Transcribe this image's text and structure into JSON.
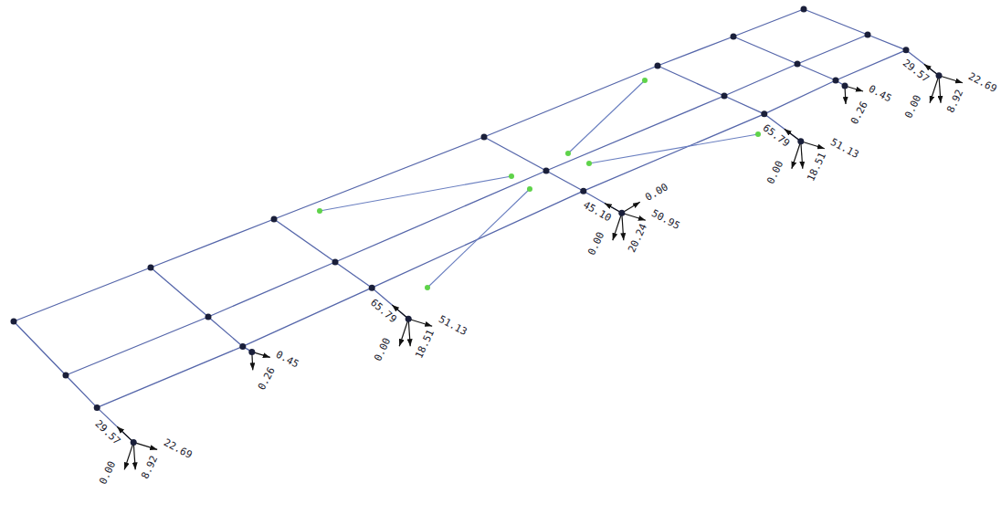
{
  "diagram": {
    "labels": [
      "29.57",
      "22.69",
      "8.92",
      "0.00",
      "0.45",
      "0.26",
      "65.79",
      "51.13",
      "18.51",
      "0.00",
      "45.10",
      "0.00",
      "50.95",
      "20.24",
      "0.00",
      "65.79",
      "51.13",
      "18.51",
      "0.00",
      "0.45",
      "0.26",
      "29.57",
      "22.69",
      "8.92",
      "0.00"
    ]
  }
}
